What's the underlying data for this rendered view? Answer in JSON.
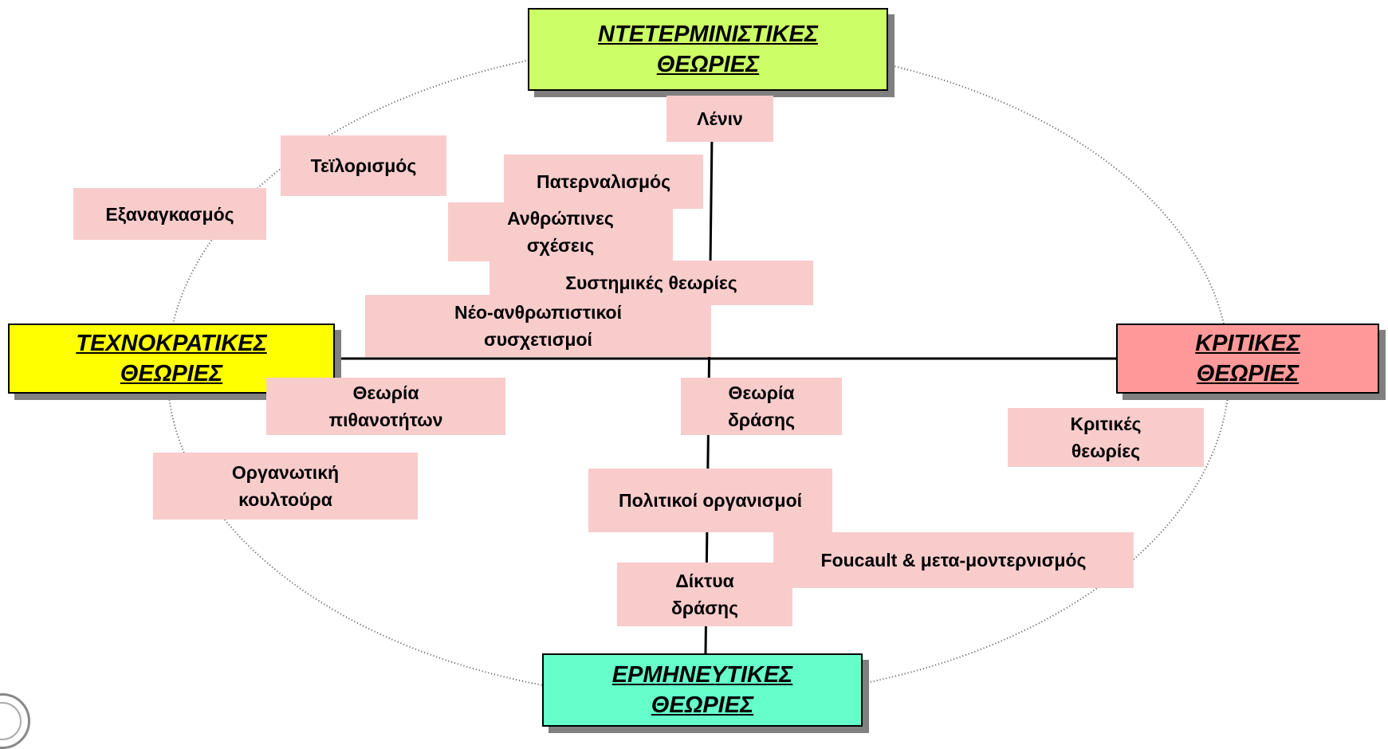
{
  "axes": {
    "top": {
      "line1": "ΝΤΕΤΕΡΜΙΝΙΣΤΙΚΕΣ",
      "line2": "ΘΕΩΡΙΕΣ",
      "color": "#ccff66"
    },
    "left": {
      "line1": "ΤΕΧΝΟΚΡΑΤΙΚΕΣ",
      "line2": "ΘΕΩΡΙΕΣ",
      "color": "#ffff00"
    },
    "right": {
      "line1": "ΚΡΙΤΙΚΕΣ",
      "line2": "ΘΕΩΡΙΕΣ",
      "color": "#ff9999"
    },
    "bottom": {
      "line1": "ΕΡΜΗΝΕΥΤΙΚΕΣ",
      "line2": "ΘΕΩΡΙΕΣ",
      "color": "#66ffcc"
    }
  },
  "theories": {
    "lenin": "Λένιν",
    "taylorism": "Τεϊλορισμός",
    "coercion": "Εξαναγκασμός",
    "paternalism": "Πατερναλισμός",
    "human_relations": {
      "line1": "Ανθρώπινες",
      "line2": "σχέσεις"
    },
    "systems": "Συστημικές θεωρίες",
    "neo_humanist": {
      "line1": "Νέο-ανθρωπιστικοί",
      "line2": "συσχετισμοί"
    },
    "contingency": {
      "line1": "Θεωρία",
      "line2": "πιθανοτήτων"
    },
    "action_theory": {
      "line1": "Θεωρία",
      "line2": "δράσης"
    },
    "critical": {
      "line1": "Κριτικές",
      "line2": "θεωρίες"
    },
    "org_culture": {
      "line1": "Οργανωτική",
      "line2": "κουλτούρα"
    },
    "political": "Πολιτικοί οργανισμοί",
    "foucault": "Foucault & μετα-μοντερνισμός",
    "action_networks": {
      "line1": "Δίκτυα",
      "line2": "δράσης"
    }
  },
  "colors": {
    "theory_box": "#f9cccc",
    "line": "#000000"
  }
}
